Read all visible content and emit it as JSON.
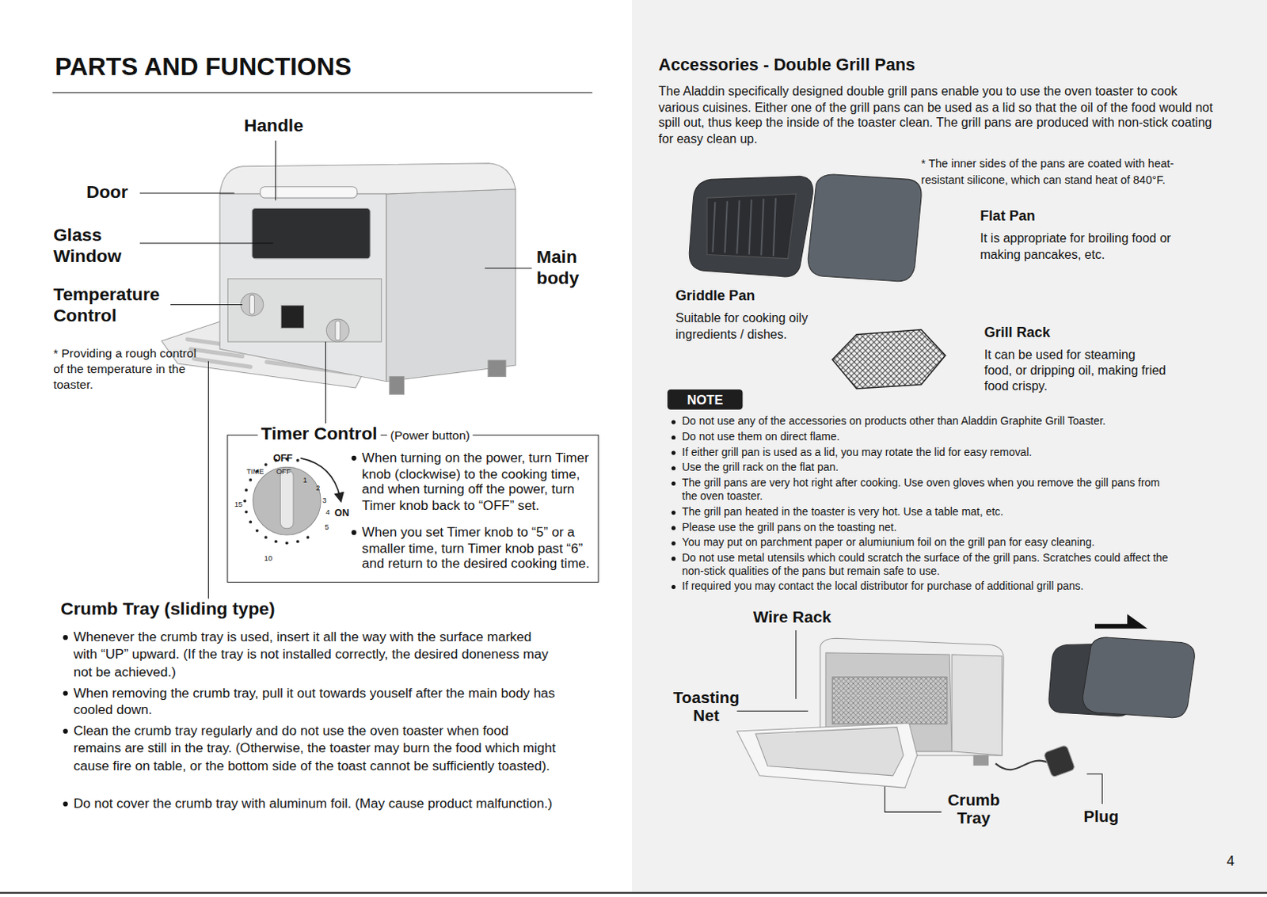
{
  "diagram": {
    "title": "PARTS AND FUNCTIONS",
    "nodes": [
      {
        "text": [
          "Timer Control",
          "(Power button)",
          "When turning on the power, turn Timer knob (clockwise) to the cooking time, and when turning off the power, turn Timer knob back to “OFF” set.",
          "When you set Timer knob to “5” or a smaller time, turn Timer knob past “6” and return to the desired cooking time."
        ]
      },
      {
        "text": [
          "NOTE"
        ]
      }
    ],
    "labels": [
      "Handle",
      "Door",
      "Glass Window",
      "Temperature Control",
      "* Providing a rough control of the temperature in the toaster.",
      "Main body",
      "OFF",
      "TIME",
      "OFF",
      "1",
      "2",
      "3",
      "4",
      "ON",
      "5",
      "10",
      "15",
      "Crumb Tray (sliding type)",
      "Whenever the crumb tray is used, insert it all the way with the surface marked with “UP” upward. (If the tray is not installed correctly, the desired doneness may not be achieved.)",
      "When removing the crumb tray, pull it out towards youself after the main body has cooled down.",
      "Clean the crumb tray regularly and do not use the oven toaster when food remains are still in the tray. (Otherwise, the toaster may burn the food which might cause fire on table, or the bottom side of the toast cannot be sufficiently toasted).",
      "Do not cover the crumb tray with aluminum foil. (May cause product malfunction.)",
      "Accessories - Double Grill Pans",
      "The Aladdin specifically designed double grill pans enable you to use the oven toaster to cook various cuisines. Either one of the grill pans can be used as a lid so that the oil of the food would not spill out, thus keep the inside of the toaster clean. The grill pans are produced with non-stick coating for easy clean up.",
      "* The inner sides of the pans are coated with heat-resistant silicone, which can stand heat of 840°F.",
      "Flat Pan",
      "It is appropriate for broiling food or making pancakes, etc.",
      "Griddle Pan",
      "Suitable for cooking oily ingredients / dishes.",
      "Grill Rack",
      "It can be used for steaming food, or dripping oil, making fried food crispy.",
      "Do not use any of the accessories on products other than Aladdin Graphite Grill Toaster.",
      "Do not use them on direct flame.",
      "If either grill pan is used as a lid, you may rotate the lid for easy removal.",
      "Use the grill rack on the flat pan.",
      "The grill pans are very hot right after cooking. Use oven gloves when you remove the gill pans from the oven toaster.",
      "The grill pan heated in the toaster is very hot. Use a table mat, etc.",
      "Please use the grill pans on the toasting net.",
      "You may put on parchment paper or alumiunium foil on the grill pan for easy cleaning.",
      "Do not use metal utensils which could scratch the surface of the grill pans. Scratches could affect the non-stick qualities of the pans but remain safe to use.",
      "If required you may contact the local distributor for purchase of additional grill pans.",
      "Wire Rack",
      "Toasting Net",
      "Crumb Tray",
      "Plug",
      "4"
    ]
  }
}
